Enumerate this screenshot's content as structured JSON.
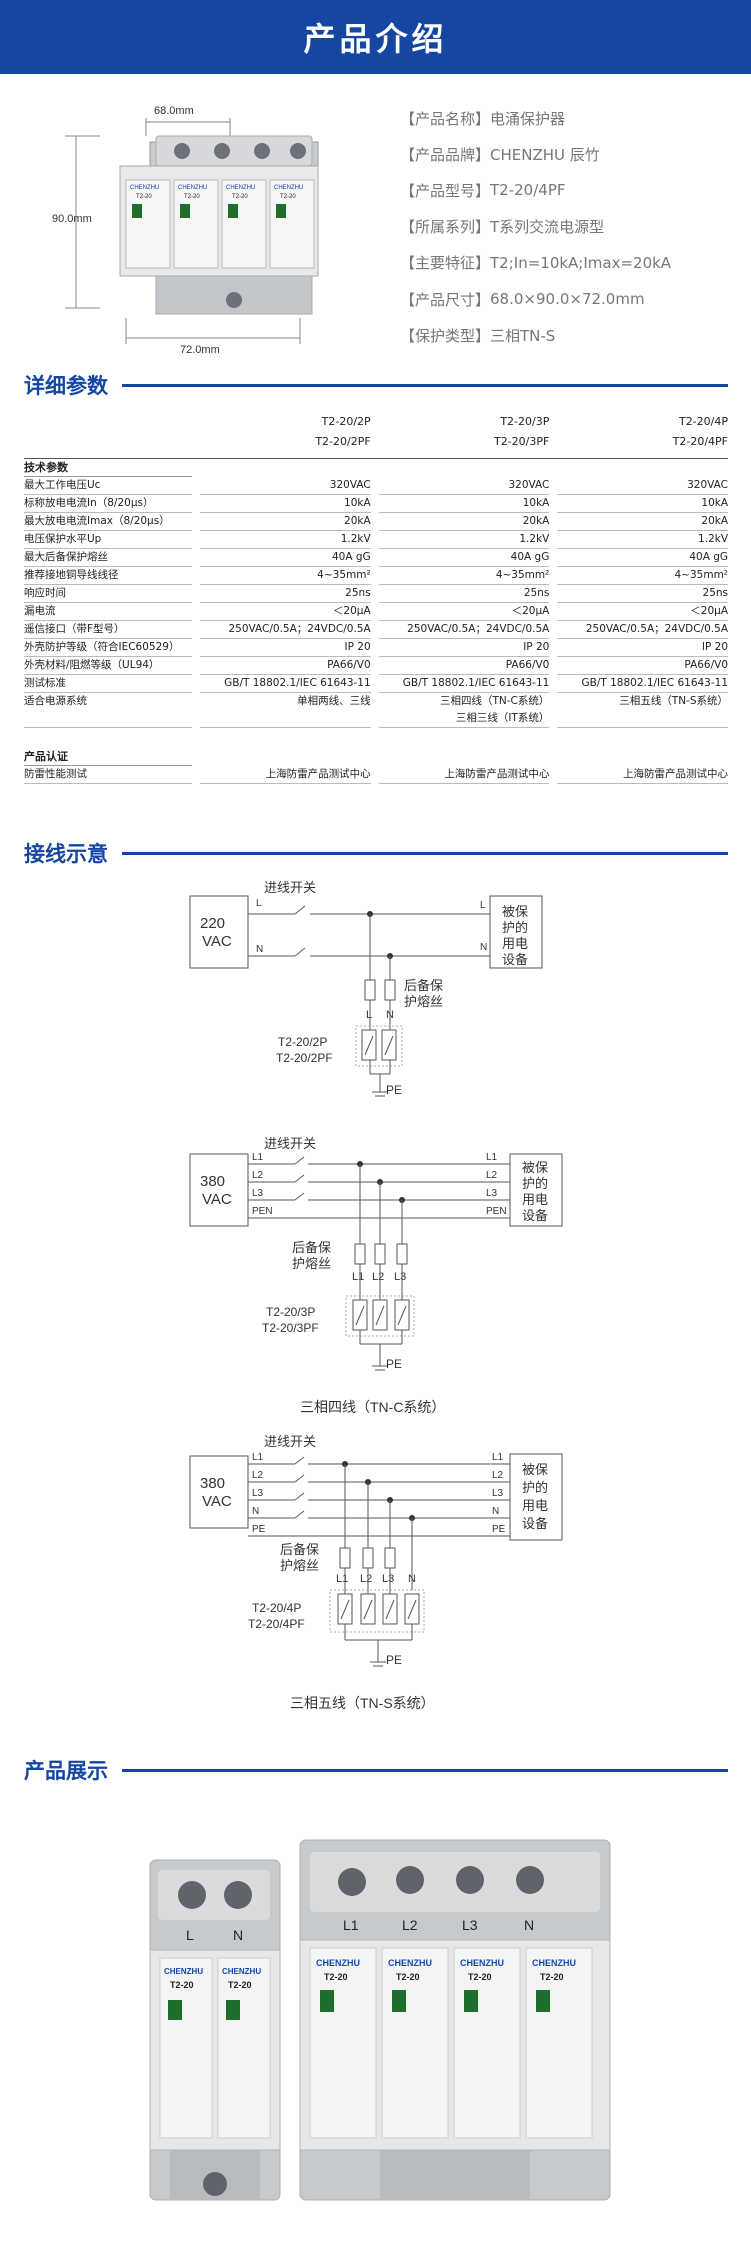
{
  "header": {
    "title": "产品介绍"
  },
  "dimensions": {
    "width": "68.0mm",
    "height": "90.0mm",
    "depth": "72.0mm"
  },
  "product": {
    "device_brand_print": "CHENZHU",
    "device_model_print": "T2-20",
    "info": [
      {
        "label": "【产品名称】",
        "value": "电涌保护器"
      },
      {
        "label": "【产品品牌】",
        "value": "CHENZHU 辰竹"
      },
      {
        "label": "【产品型号】",
        "value": "T2-20/4PF"
      },
      {
        "label": "【所属系列】",
        "value": "T系列交流电源型"
      },
      {
        "label": "【主要特征】",
        "value": "T2;In=10kA;Imax=20kA"
      },
      {
        "label": "【产品尺寸】",
        "value": "68.0×90.0×72.0mm"
      },
      {
        "label": "【保护类型】",
        "value": "三相TN-S"
      }
    ]
  },
  "spec_section": {
    "title": "详细参数"
  },
  "spec": {
    "columns": [
      {
        "line1": "T2-20/2P",
        "line2": "T2-20/2PF"
      },
      {
        "line1": "T2-20/3P",
        "line2": "T2-20/3PF"
      },
      {
        "line1": "T2-20/4P",
        "line2": "T2-20/4PF"
      }
    ],
    "group1": "技术参数",
    "rows": [
      {
        "label": "最大工作电压Uc",
        "values": [
          "320VAC",
          "320VAC",
          "320VAC"
        ]
      },
      {
        "label": "标称放电电流In（8/20μs）",
        "values": [
          "10kA",
          "10kA",
          "10kA"
        ]
      },
      {
        "label": "最大放电电流Imax（8/20μs）",
        "values": [
          "20kA",
          "20kA",
          "20kA"
        ]
      },
      {
        "label": "电压保护水平Up",
        "values": [
          "1.2kV",
          "1.2kV",
          "1.2kV"
        ]
      },
      {
        "label": "最大后备保护熔丝",
        "values": [
          "40A gG",
          "40A gG",
          "40A gG"
        ]
      },
      {
        "label": "推荐接地铜导线线径",
        "values": [
          "4~35mm²",
          "4~35mm²",
          "4~35mm²"
        ]
      },
      {
        "label": "响应时间",
        "values": [
          "25ns",
          "25ns",
          "25ns"
        ]
      },
      {
        "label": "漏电流",
        "values": [
          "＜20μA",
          "＜20μA",
          "＜20μA"
        ]
      },
      {
        "label": "遥信接口（带F型号）",
        "values": [
          "250VAC/0.5A；24VDC/0.5A",
          "250VAC/0.5A；24VDC/0.5A",
          "250VAC/0.5A；24VDC/0.5A"
        ]
      },
      {
        "label": "外壳防护等级（符合IEC60529）",
        "values": [
          "IP 20",
          "IP 20",
          "IP 20"
        ]
      },
      {
        "label": "外壳材料/阻燃等级（UL94）",
        "values": [
          "PA66/V0",
          "PA66/V0",
          "PA66/V0"
        ]
      },
      {
        "label": "测试标准",
        "values": [
          "GB/T 18802.1/IEC 61643-11",
          "GB/T 18802.1/IEC 61643-11",
          "GB/T 18802.1/IEC 61643-11"
        ]
      },
      {
        "label": "适合电源系统",
        "values": [
          "单相两线、三线",
          "三相四线（TN-C系统）",
          "三相五线（TN-S系统）"
        ],
        "extra2": "三相三线（IT系统）"
      }
    ],
    "group2": "产品认证",
    "cert_rows": [
      {
        "label": "防雷性能测试",
        "values": [
          "上海防雷产品测试中心",
          "上海防雷产品测试中心",
          "上海防雷产品测试中心"
        ]
      }
    ]
  },
  "wiring_section": {
    "title": "接线示意"
  },
  "wiring": {
    "switch_label": "进线开关",
    "fuse_label": "后备保护熔丝",
    "fuse_label_l1": "后备保",
    "fuse_label_l2": "护熔丝",
    "load_label": "被保护的用电设备",
    "pe": "PE",
    "d1": {
      "source_v": "220",
      "source_u": "VAC",
      "model1": "T2-20/2P",
      "model2": "T2-20/2PF"
    },
    "d2": {
      "source_v": "380",
      "source_u": "VAC",
      "model1": "T2-20/3P",
      "model2": "T2-20/3PF",
      "caption": "三相四线（TN-C系统）"
    },
    "d3": {
      "source_v": "380",
      "source_u": "VAC",
      "model1": "T2-20/4P",
      "model2": "T2-20/4PF",
      "caption": "三相五线（TN-S系统）"
    }
  },
  "showcase_section": {
    "title": "产品展示"
  },
  "colors": {
    "brand": "#1547a2",
    "window": "#1f6e2c"
  }
}
